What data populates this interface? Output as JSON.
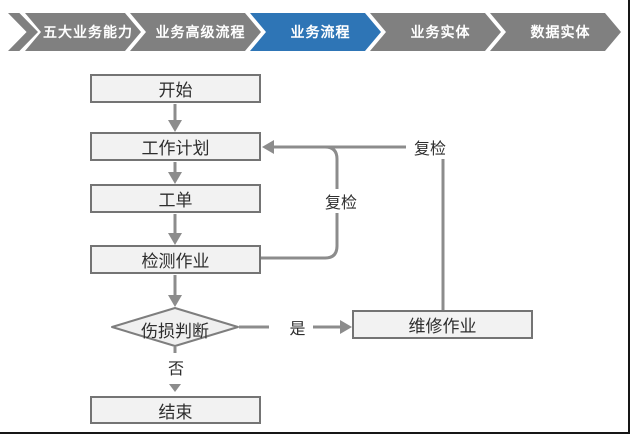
{
  "nav": {
    "active_color": "#2E75B6",
    "inactive_color": "#808080",
    "text_color": "#FFFFFF",
    "items": [
      {
        "label": "五大业务能力",
        "active": false
      },
      {
        "label": "业务高级流程",
        "active": false
      },
      {
        "label": "业务流程",
        "active": true
      },
      {
        "label": "业务实体",
        "active": false
      },
      {
        "label": "数据实体",
        "active": false
      }
    ]
  },
  "flowchart": {
    "colors": {
      "line": "#8C8C8C",
      "node_fill": "#F2F2F2",
      "node_border": "#747474",
      "text": "#2E2E2E"
    },
    "nodes": [
      {
        "id": "start",
        "label": "开始",
        "type": "process"
      },
      {
        "id": "plan",
        "label": "工作计划",
        "type": "process"
      },
      {
        "id": "order",
        "label": "工单",
        "type": "process"
      },
      {
        "id": "inspect",
        "label": "检测作业",
        "type": "process"
      },
      {
        "id": "damage",
        "label": "伤损判断",
        "type": "decision"
      },
      {
        "id": "repair",
        "label": "维修作业",
        "type": "process"
      },
      {
        "id": "end",
        "label": "结束",
        "type": "process"
      }
    ],
    "edges": [
      {
        "from": "开始",
        "to": "工作计划",
        "label": ""
      },
      {
        "from": "工作计划",
        "to": "工单",
        "label": ""
      },
      {
        "from": "工单",
        "to": "检测作业",
        "label": ""
      },
      {
        "from": "检测作业",
        "to": "伤损判断",
        "label": ""
      },
      {
        "from": "伤损判断",
        "to": "维修作业",
        "label": "是"
      },
      {
        "from": "伤损判断",
        "to": "结束",
        "label": "否"
      },
      {
        "from": "检测作业",
        "to": "工作计划",
        "label": "复检"
      },
      {
        "from": "维修作业",
        "to": "工作计划",
        "label": "复检"
      }
    ]
  }
}
